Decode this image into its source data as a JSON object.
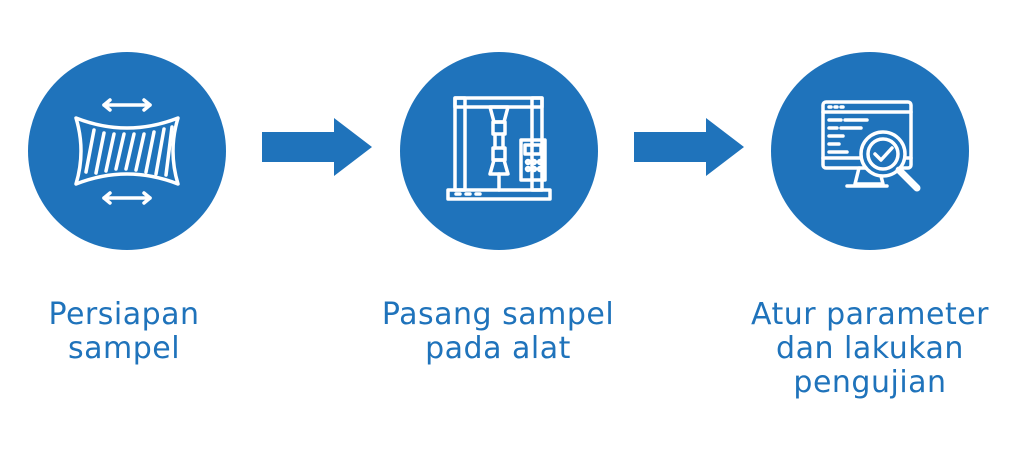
{
  "colors": {
    "accent": "#1f73bb",
    "icon_line": "#ffffff",
    "background": "#ffffff"
  },
  "steps": [
    {
      "icon": "stretched-sample-icon",
      "label_lines": [
        "Persiapan",
        "sampel"
      ]
    },
    {
      "icon": "tensile-testing-machine-icon",
      "label_lines": [
        "Pasang sampel",
        "pada alat"
      ]
    },
    {
      "icon": "monitor-magnifier-check-icon",
      "label_lines": [
        "Atur parameter",
        "dan lakukan",
        "pengujian"
      ]
    }
  ],
  "connectors": [
    {
      "icon": "right-arrow-icon"
    },
    {
      "icon": "right-arrow-icon"
    }
  ]
}
